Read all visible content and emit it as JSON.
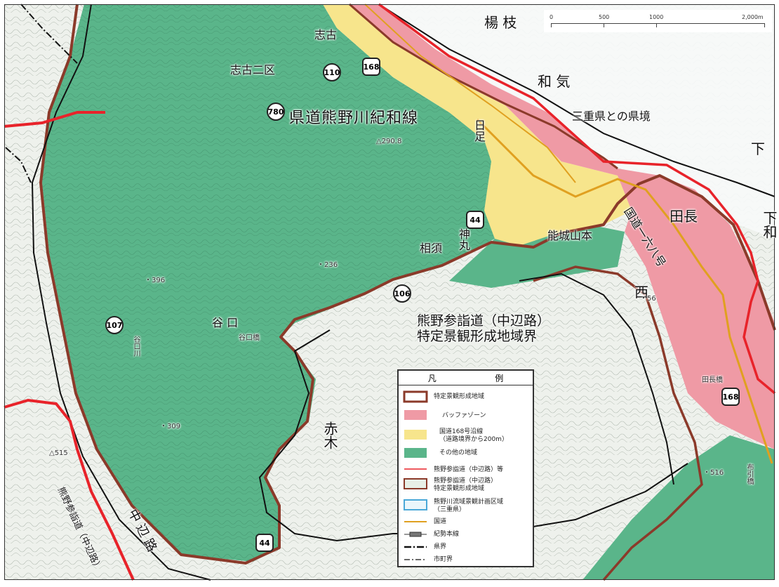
{
  "scale_bar": {
    "ticks": [
      "0",
      "500",
      "1000",
      "2,000m"
    ]
  },
  "labels": {
    "shiko": "志古",
    "shiko_ni_ku": "志古二区",
    "yoshi": "楊 枝",
    "wage": "和 気",
    "hitari": "日足",
    "mie_border": "三重県との県境",
    "pref_road": "県道熊野川紀和線",
    "aisu": "相須",
    "kamimaru": "神丸",
    "notoyama": "能城山本",
    "taniguchi": "谷 口",
    "taniguchi_river": "谷口川",
    "taniguchi_bridge": "谷口橋",
    "akagi": "赤木",
    "shimo": "下",
    "tanaga": "田長",
    "nishi": "西",
    "shimowa": "下和",
    "route168": "国道一六八号",
    "kumano_trail": "熊野参詣道（中辺路）",
    "naka_hechi": "中 辺 路",
    "tokutei_1": "熊野参詣道（中辺路）",
    "tokutei_2": "特定景観形成地域界",
    "elev_2908": "△290.8",
    "elev_396": "・396",
    "elev_236": "・236",
    "elev_309": "・309",
    "elev_515": "△515",
    "elev_516": "・516",
    "elev_56": "・56",
    "nunobiki": "布引橋",
    "tanaga_bashi": "田長橋"
  },
  "shields": {
    "r168_top": "168",
    "r168_right": "168",
    "r780": "780",
    "r110": "110",
    "r44_a": "44",
    "r44_b": "44",
    "r106": "106",
    "r107": "107"
  },
  "legend": {
    "title_a": "凡",
    "title_b": "例",
    "items": [
      {
        "label": "特定景観形成地域"
      },
      {
        "label": "バッファゾーン"
      },
      {
        "label": "国道168号沿線\n（道路境界から200m）"
      },
      {
        "label": "その他の地域"
      },
      {
        "label": "熊野参詣道（中辺路）等"
      },
      {
        "label": "熊野参詣道（中辺路）\n特定景観形成地域"
      },
      {
        "label": "熊野川流域景観計画区域\n（三重県）"
      },
      {
        "label": "国道"
      },
      {
        "label": "紀勢本線"
      },
      {
        "label": "県界"
      },
      {
        "label": "市町界"
      }
    ]
  },
  "colors": {
    "green": "#5ab58a",
    "pink": "#ef9aa5",
    "yellow": "#f7e58c",
    "boundary": "#8b3a2a",
    "trail_red": "#e8232a",
    "route_orange": "#e0a020",
    "terrain": "#eef1ec"
  }
}
